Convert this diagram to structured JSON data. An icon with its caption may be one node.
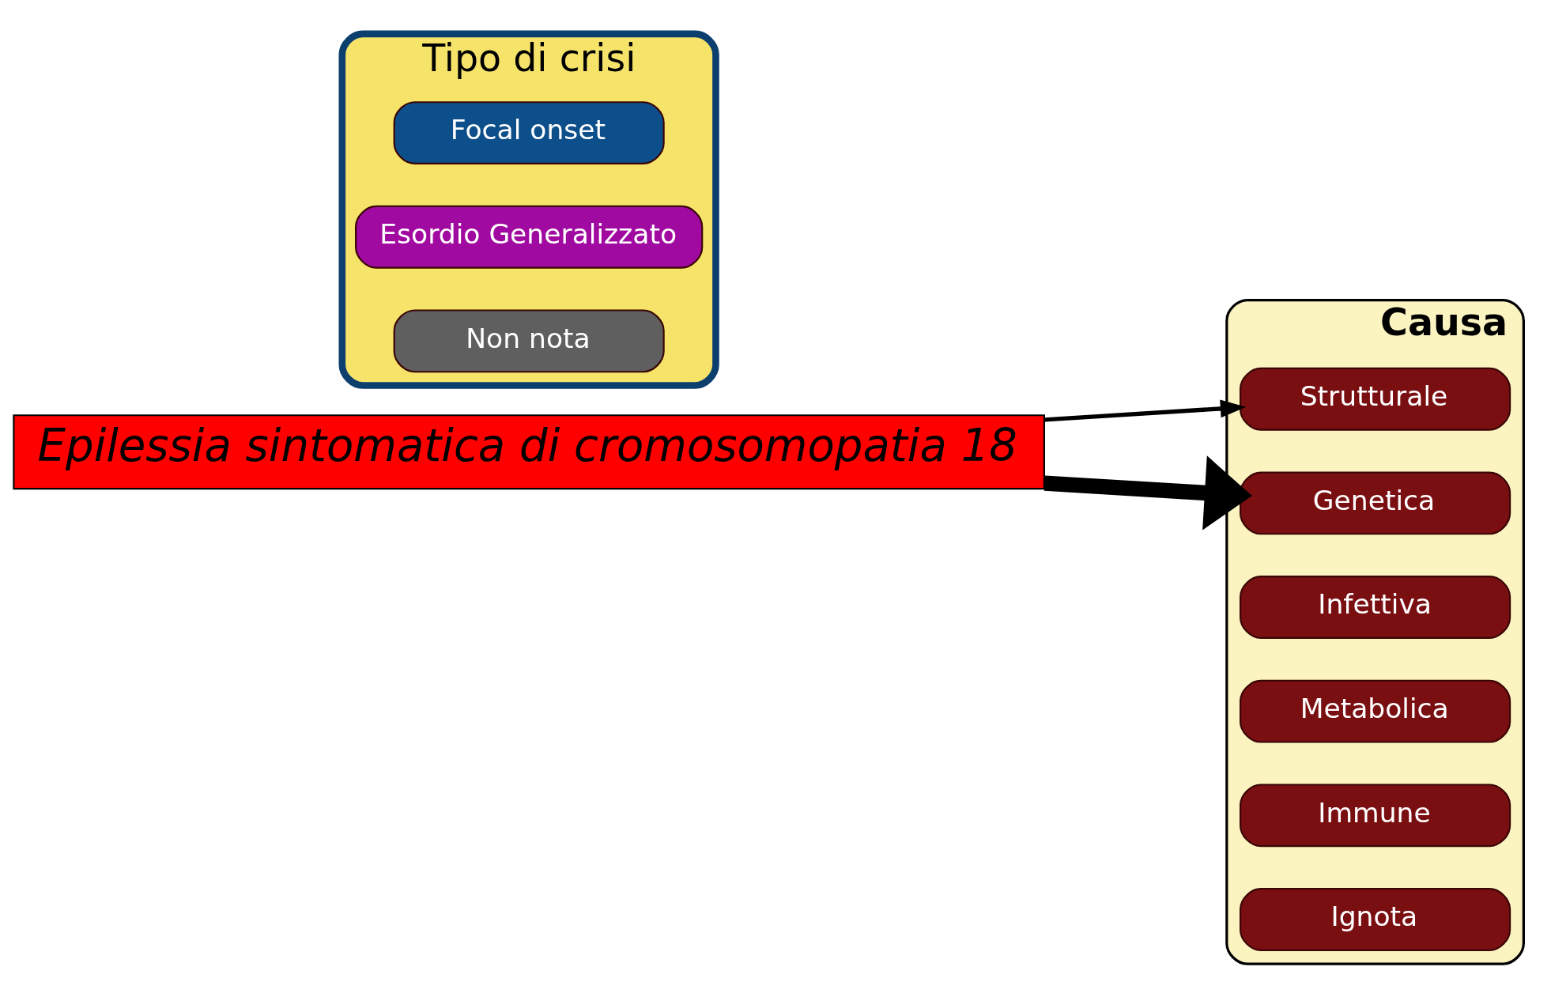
{
  "diagram": {
    "nodes": [
      {
        "text": [
          "Causa"
        ]
      },
      {
        "text": [
          "Tipo di crisi"
        ]
      },
      {
        "text": [
          "Focal onset"
        ],
        "in": 1
      },
      {
        "text": [
          "Esordio Generalizzato"
        ],
        "in": 1
      },
      {
        "text": [
          "Non nota"
        ],
        "in": 1
      },
      {
        "text": [
          "Epilessia sintomatica di cromosomopatia 18"
        ]
      },
      {
        "text": [
          "Strutturale"
        ],
        "in": 0
      },
      {
        "text": [
          "Genetica"
        ],
        "in": 0
      },
      {
        "text": [
          "Infettiva"
        ],
        "in": 0
      },
      {
        "text": [
          "Metabolica"
        ],
        "in": 0
      },
      {
        "text": [
          "Immune"
        ],
        "in": 0
      },
      {
        "text": [
          "Ignota"
        ],
        "in": 0
      }
    ],
    "edges": [
      {
        "from": 5,
        "to": 6,
        "arrow": "to"
      },
      {
        "from": 5,
        "to": 7,
        "arrow": "to",
        "style": "thick"
      }
    ]
  }
}
